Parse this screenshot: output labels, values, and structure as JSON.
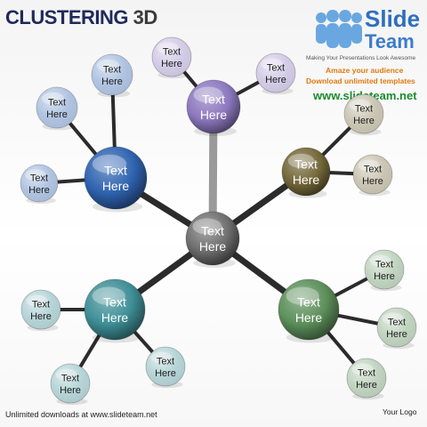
{
  "title": {
    "main": "CLUSTERING",
    "accent": "3D"
  },
  "logo": {
    "word1": "Slide",
    "word2": "Team",
    "tagline": "Making Your Presentations Look Awesome",
    "promo_line1": "Amaze your audience",
    "promo_line2": "Download unlimited templates",
    "website": "www.slideteam.net"
  },
  "footer": {
    "left": "Unlimited downloads at www.slideteam.net",
    "right": "Your Logo"
  },
  "colors": {
    "center": "#6e6e6e",
    "blue": "#2f63b0",
    "purple": "#8c78bf",
    "olive": "#75683a",
    "teal": "#3e8e96",
    "green": "#5c8f5a",
    "connector": "#2b2b2b"
  },
  "diagram": {
    "center": {
      "line1": "Text",
      "line2": "Here"
    },
    "clusters": [
      {
        "id": "purple",
        "label": [
          "Text",
          "Here"
        ],
        "satellites": [
          [
            "Text",
            "Here"
          ],
          [
            "Text",
            "Here"
          ]
        ]
      },
      {
        "id": "blue",
        "label": [
          "Text",
          "Here"
        ],
        "satellites": [
          [
            "Text",
            "Here"
          ],
          [
            "Text",
            "Here"
          ],
          [
            "Text",
            "Here"
          ]
        ]
      },
      {
        "id": "olive",
        "label": [
          "Text",
          "Here"
        ],
        "satellites": [
          [
            "Text",
            "Here"
          ],
          [
            "Text",
            "Here"
          ]
        ]
      },
      {
        "id": "teal",
        "label": [
          "Text",
          "Here"
        ],
        "satellites": [
          [
            "Text",
            "Here"
          ],
          [
            "Text",
            "Here"
          ],
          [
            "Text",
            "Here"
          ]
        ]
      },
      {
        "id": "green",
        "label": [
          "Text",
          "Here"
        ],
        "satellites": [
          [
            "Text",
            "Here"
          ],
          [
            "Text",
            "Here"
          ],
          [
            "Text",
            "Here"
          ]
        ]
      }
    ]
  }
}
